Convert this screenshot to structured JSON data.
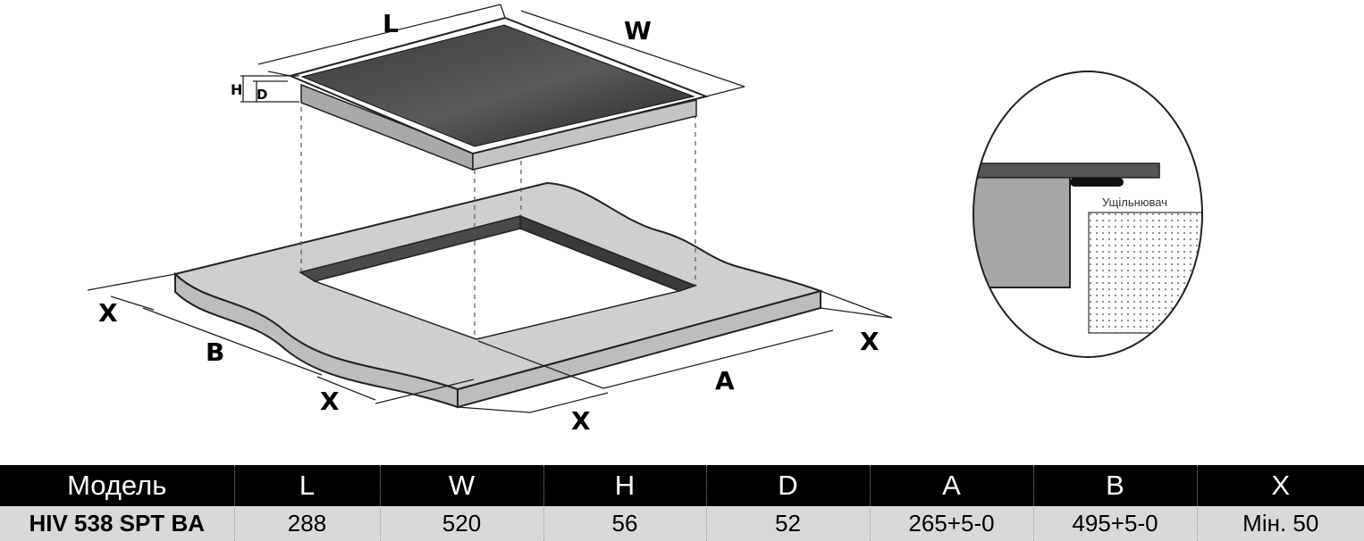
{
  "diagram": {
    "labels": {
      "length": "L",
      "width": "W",
      "height": "H",
      "depth": "D",
      "cutout_a": "A",
      "cutout_b": "B",
      "clearance": "X"
    },
    "seal_label": "Ущільнювач"
  },
  "table": {
    "headers": [
      "Модель",
      "L",
      "W",
      "H",
      "D",
      "A",
      "B",
      "X"
    ],
    "rows": [
      [
        "HIV 538 SPT BA",
        "288",
        "520",
        "56",
        "52",
        "265+5-0",
        "495+5-0",
        "Мін. 50"
      ]
    ]
  }
}
